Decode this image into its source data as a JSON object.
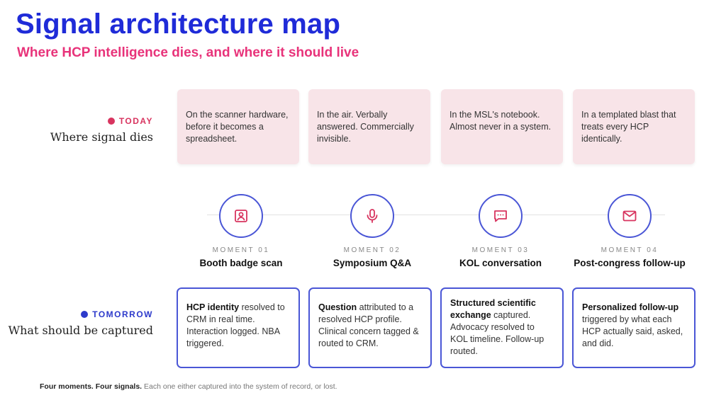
{
  "header": {
    "title": "Signal architecture map",
    "subtitle": "Where HCP intelligence dies, and where it should live"
  },
  "today": {
    "tag": "TODAY",
    "description": "Where signal dies",
    "color": "#d8345f",
    "cards": [
      "On the scanner hardware, before it becomes a spreadsheet.",
      "In the air. Verbally answered. Commercially invisible.",
      "In the MSL's notebook. Almost never in a system.",
      "In a templated blast that treats every HCP identically."
    ]
  },
  "moments": [
    {
      "number": "MOMENT 01",
      "name": "Booth badge scan",
      "icon": "badge-icon"
    },
    {
      "number": "MOMENT 02",
      "name": "Symposium Q&A",
      "icon": "microphone-icon"
    },
    {
      "number": "MOMENT 03",
      "name": "KOL conversation",
      "icon": "chat-icon"
    },
    {
      "number": "MOMENT 04",
      "name": "Post-congress follow-up",
      "icon": "mail-icon"
    }
  ],
  "tomorrow": {
    "tag": "TOMORROW",
    "description": "What should be captured",
    "color": "#2d3acb",
    "cards": [
      {
        "bold": "HCP identity",
        "text": " resolved to CRM in real time. Interaction logged. NBA triggered."
      },
      {
        "bold": "Question",
        "text": " attributed to a resolved HCP profile. Clinical concern tagged & routed to CRM."
      },
      {
        "bold": "Structured scientific exchange",
        "text": " captured. Advocacy resolved to KOL timeline. Follow-up routed."
      },
      {
        "bold": "Personalized follow-up",
        "text": " triggered by what each HCP actually said, asked, and did."
      }
    ]
  },
  "footer": {
    "bold": "Four moments. Four signals.",
    "text": " Each one either captured into the system of record, or lost."
  },
  "colors": {
    "title": "#1f2bd8",
    "subtitle": "#e8337a",
    "card_today_bg": "#f8e4e8",
    "accent_blue": "#4a56d6",
    "icon_pink": "#d8345f"
  }
}
